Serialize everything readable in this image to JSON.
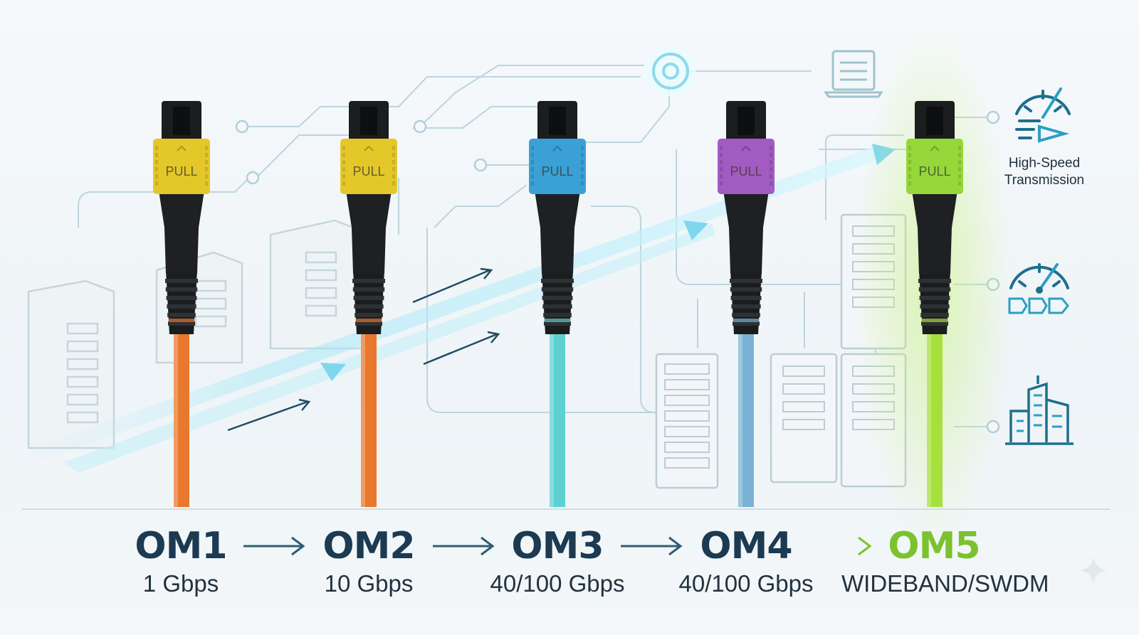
{
  "connectors": [
    {
      "grade": "OM1",
      "speed": "1 Gbps",
      "boot_color": "#e4c82a",
      "cable_color": "#e8782e",
      "boot_label": "PULL"
    },
    {
      "grade": "OM2",
      "speed": "10 Gbps",
      "boot_color": "#e4c82a",
      "cable_color": "#e8782e",
      "boot_label": "PULL"
    },
    {
      "grade": "OM3",
      "speed": "40/100 Gbps",
      "boot_color": "#3aa0d6",
      "cable_color": "#5fd0d2",
      "boot_label": "PULL"
    },
    {
      "grade": "OM4",
      "speed": "40/100 Gbps",
      "boot_color": "#a25bc0",
      "cable_color": "#7ab3d4",
      "boot_label": "PULL"
    },
    {
      "grade": "OM5",
      "speed": "WIDEBAND/SWDM",
      "boot_color": "#96d83a",
      "cable_color": "#a6e03c",
      "boot_label": "PULL"
    }
  ],
  "side_feature": {
    "label_line1": "High-Speed",
    "label_line2": "Transmission"
  },
  "colors": {
    "heading": "#1c3a52",
    "highlight": "#7cc22e",
    "line": "#b9d3dc",
    "accent": "#2a9fc4",
    "icon": "#1e6f8d"
  },
  "icons": [
    "speedometer-icon",
    "speedometer-icon",
    "building-icon",
    "server-icon"
  ]
}
